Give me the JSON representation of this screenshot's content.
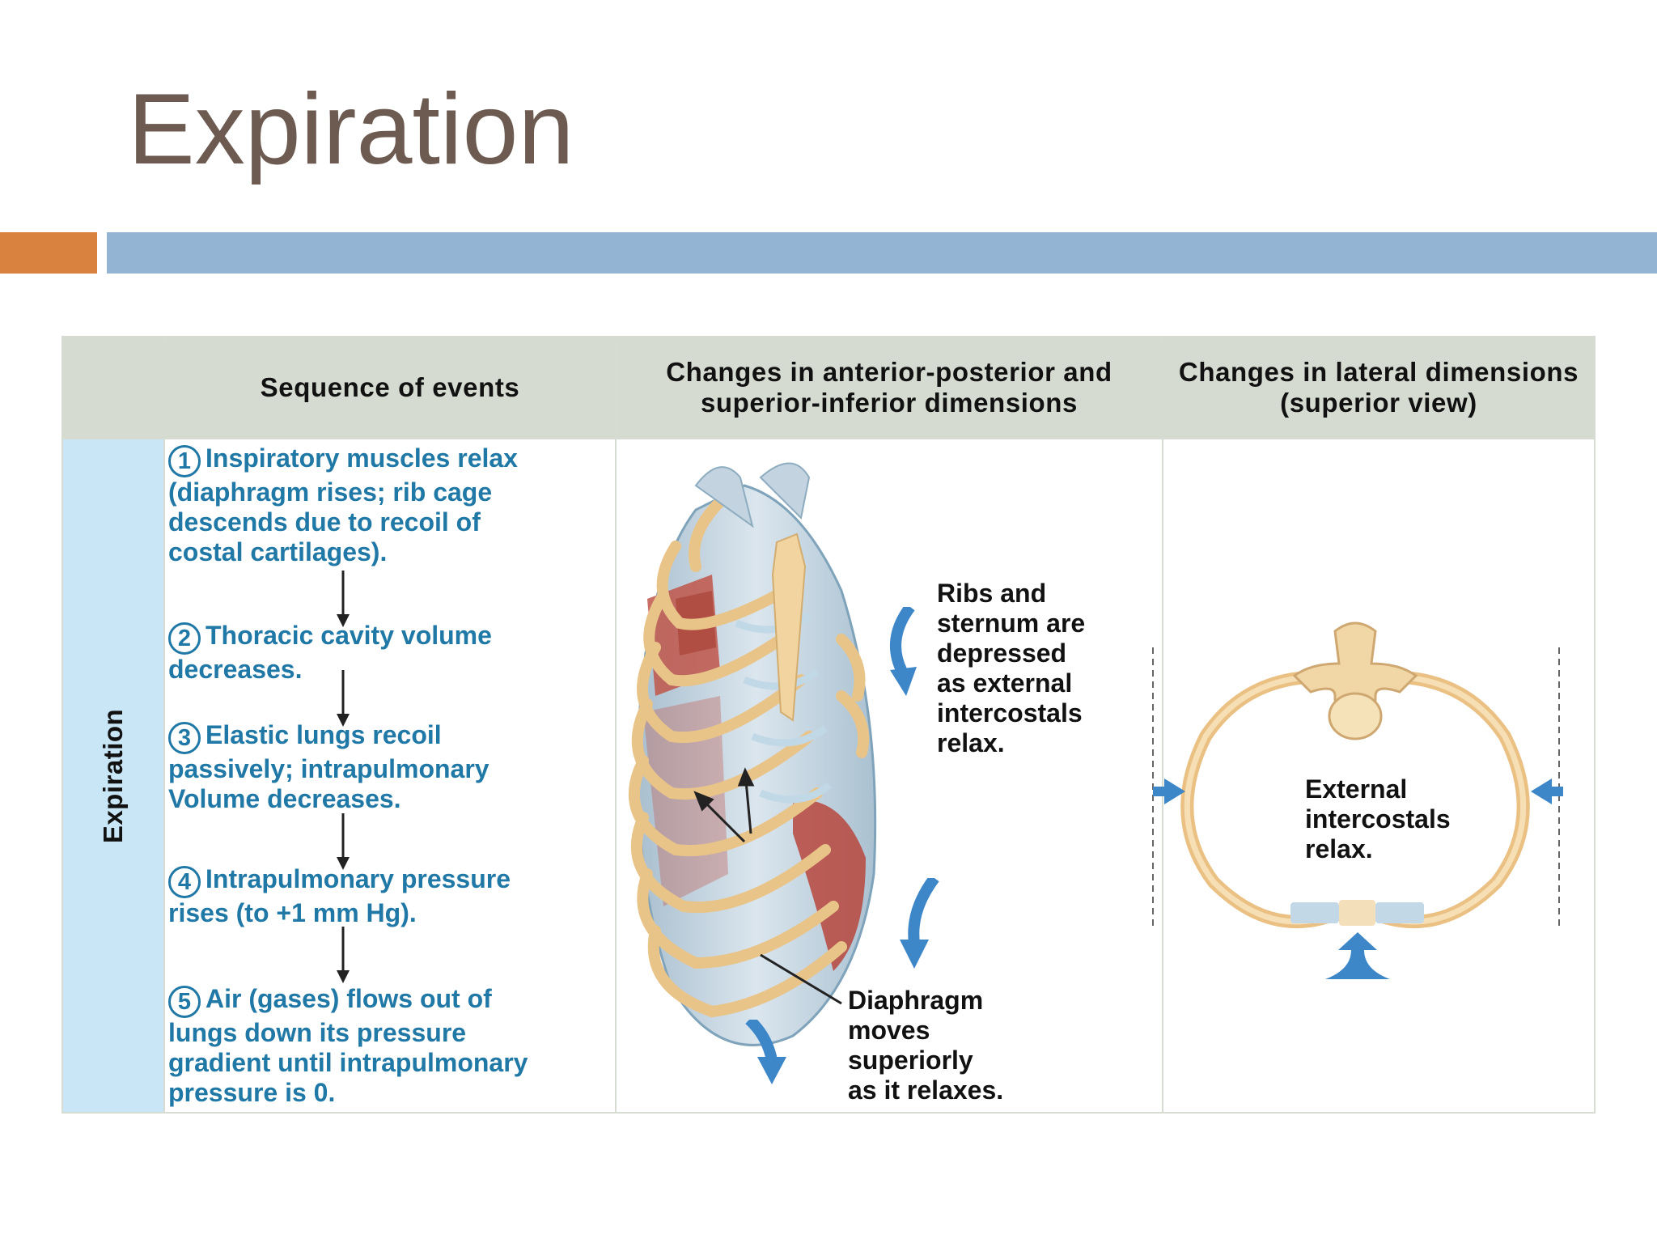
{
  "title": "Expiration",
  "table": {
    "side_label": "Expiration",
    "headers": {
      "sequence": "Sequence of events",
      "ap_si_line1": "Changes in anterior-posterior and",
      "ap_si_line2": "superior-inferior dimensions",
      "lateral_line1": "Changes in lateral dimensions",
      "lateral_line2": "(superior view)"
    },
    "steps": [
      {
        "num": "1",
        "lines": [
          "Inspiratory muscles relax",
          "(diaphragm rises; rib cage",
          "descends due to recoil of",
          "costal cartilages)."
        ]
      },
      {
        "num": "2",
        "lines": [
          "Thoracic cavity volume",
          "decreases."
        ]
      },
      {
        "num": "3",
        "lines": [
          "Elastic lungs recoil",
          "passively; intrapulmonary",
          "Volume decreases."
        ]
      },
      {
        "num": "4",
        "lines": [
          "Intrapulmonary pressure",
          "rises (to +1 mm Hg)."
        ]
      },
      {
        "num": "5",
        "lines": [
          "Air (gases) flows out of",
          "lungs down its pressure",
          "gradient until intrapulmonary",
          "pressure is 0."
        ]
      }
    ],
    "ribcage_labels": {
      "ribs": [
        "Ribs and",
        "sternum are",
        "depressed",
        "as external",
        "intercostals",
        "relax."
      ],
      "diaphragm": [
        "Diaphragm",
        "moves",
        "superiorly",
        "as it relaxes."
      ]
    },
    "lateral_labels": {
      "intercostals": [
        "External",
        "intercostals",
        "relax."
      ]
    }
  },
  "colors": {
    "title": "#6d5b52",
    "accent_orange": "#d9823f",
    "accent_blue": "#93b5d3",
    "step_text": "#1f78a5",
    "header_bg": "#d6dbd2",
    "side_bg": "#c9e6f6"
  }
}
